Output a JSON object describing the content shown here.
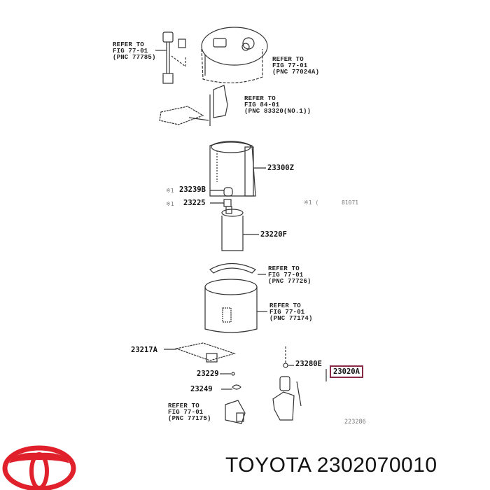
{
  "diagram": {
    "refer_labels": [
      {
        "id": "ref-77785",
        "lines": [
          "REFER TO",
          "FIG 77-01",
          "(PNC 77785)"
        ]
      },
      {
        "id": "ref-77024a",
        "lines": [
          "REFER TO",
          "FIG 77-01",
          "(PNC 77024A)"
        ]
      },
      {
        "id": "ref-83320",
        "lines": [
          "REFER TO",
          "FIG 84-01",
          "(PNC 83320(NO.1))"
        ]
      },
      {
        "id": "ref-77726",
        "lines": [
          "REFER TO",
          "FIG 77-01",
          "(PNC 77726)"
        ]
      },
      {
        "id": "ref-77174",
        "lines": [
          "REFER TO",
          "FIG 77-01",
          "(PNC 77174)"
        ]
      },
      {
        "id": "ref-77175",
        "lines": [
          "REFER TO",
          "FIG 77-01",
          "(PNC 77175)"
        ]
      }
    ],
    "part_numbers": {
      "p23300z": "23300Z",
      "p23239b": "23239B",
      "p23225": "23225",
      "p23220f": "23220F",
      "p23217a": "23217A",
      "p23229": "23229",
      "p23249": "23249",
      "p23280e": "23280E"
    },
    "markers": {
      "m23239b": "※1",
      "m23225": "※1",
      "m_note": "※1 (",
      "note_code": "81071"
    },
    "highlighted_part": "23020A",
    "highlight_color": "#8b2a45",
    "figure_code": "223286"
  },
  "footer": {
    "brand_text": "TOYOTA 2302070010",
    "logo_color": "#e0202a"
  }
}
